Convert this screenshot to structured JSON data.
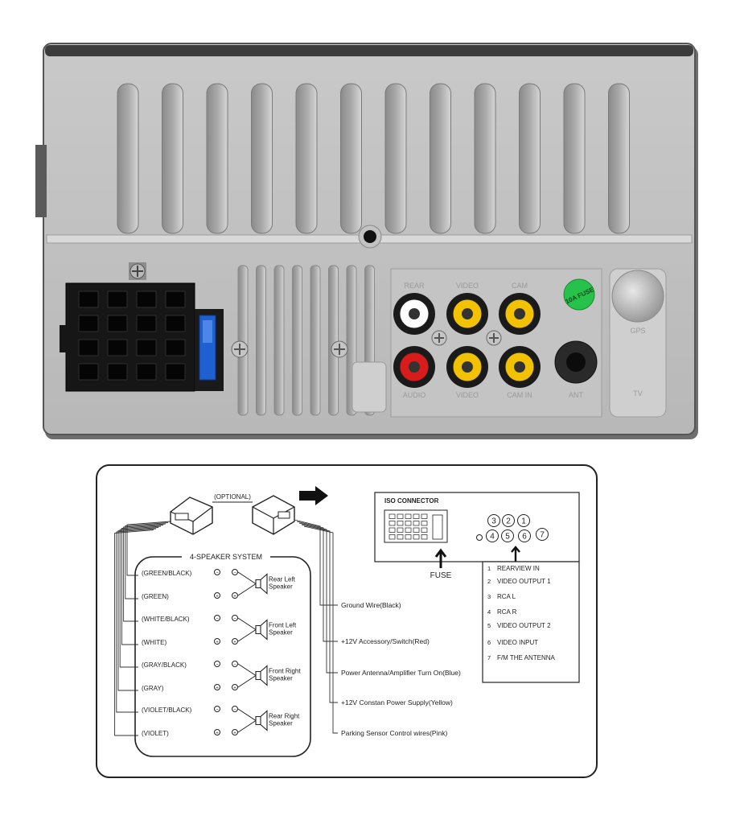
{
  "unit": {
    "rca_top_labels": [
      "REAR",
      "VIDEO",
      "CAM"
    ],
    "rca_bottom_labels": [
      "AUDIO",
      "VIDEO",
      "CAM IN"
    ],
    "antenna_label": "ANT",
    "fuse_badge": "10A FUSE",
    "gps_label": "GPS",
    "tv_label": "TV"
  },
  "diagram": {
    "optional": "(OPTIONAL)",
    "speaker_system_title": "4-SPEAKER SYSTEM",
    "speaker_wires": [
      "(GREEN/BLACK)",
      "(GREEN)",
      "(WHITE/BLACK)",
      "(WHITE)",
      "(GRAY/BLACK)",
      "(GRAY)",
      "(VIOLET/BLACK)",
      "(VIOLET)"
    ],
    "speakers": [
      {
        "line1": "Rear Left",
        "line2": "Speaker"
      },
      {
        "line1": "Front Left",
        "line2": "Speaker"
      },
      {
        "line1": "Front Right",
        "line2": "Speaker"
      },
      {
        "line1": "Rear Right",
        "line2": "Speaker"
      }
    ],
    "power_wires": [
      "Ground  Wire(Black)",
      "+12V Accessory/Switch(Red)",
      "Power Antenna/Amplifier Turn On(Blue)",
      "+12V Constan Power Supply(Yellow)",
      "Parking Sensor Control wires(Pink)"
    ],
    "iso_title": "ISO CONNECTOR",
    "fuse_label": "FUSE",
    "port_numbers": [
      "1",
      "2",
      "3",
      "4",
      "5",
      "6",
      "7"
    ],
    "port_list": [
      {
        "num": "1",
        "text": "REARVIEW IN"
      },
      {
        "num": "2",
        "text": "VIDEO OUTPUT 1"
      },
      {
        "num": "3",
        "text": "RCA L"
      },
      {
        "num": "4",
        "text": "RCA R"
      },
      {
        "num": "5",
        "text": "VIDEO OUTPUT 2"
      },
      {
        "num": "6",
        "text": "VIDEO INPUT"
      },
      {
        "num": "7",
        "text": "F/M THE ANTENNA"
      }
    ]
  }
}
